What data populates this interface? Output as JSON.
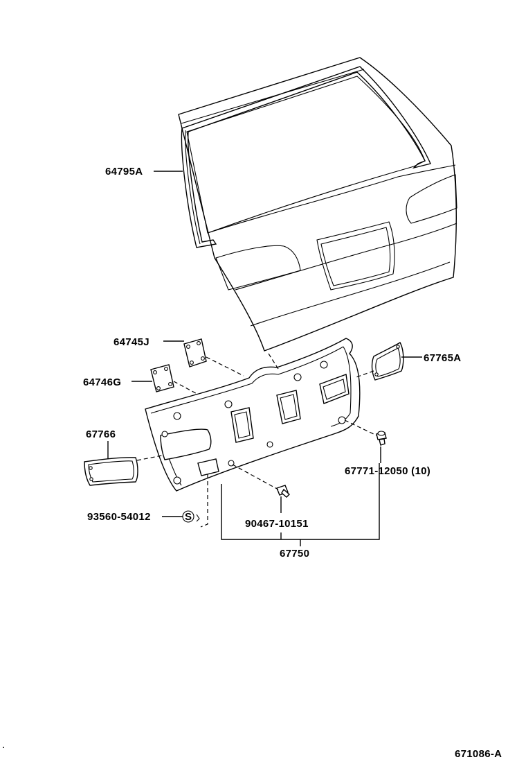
{
  "diagram": {
    "parts": {
      "weatherstrip": "64795A",
      "service_hole_cover_upper": "64745J",
      "service_hole_cover_lower": "64746G",
      "lamp_cover_right": "67765A",
      "lamp_cover_left": "67766",
      "clip": "67771-12050 (10)",
      "screw": "93560-54012",
      "screw_marker": "S",
      "fastener": "90467-10151",
      "trim_board": "67750"
    },
    "figure_id": "671086-A"
  }
}
